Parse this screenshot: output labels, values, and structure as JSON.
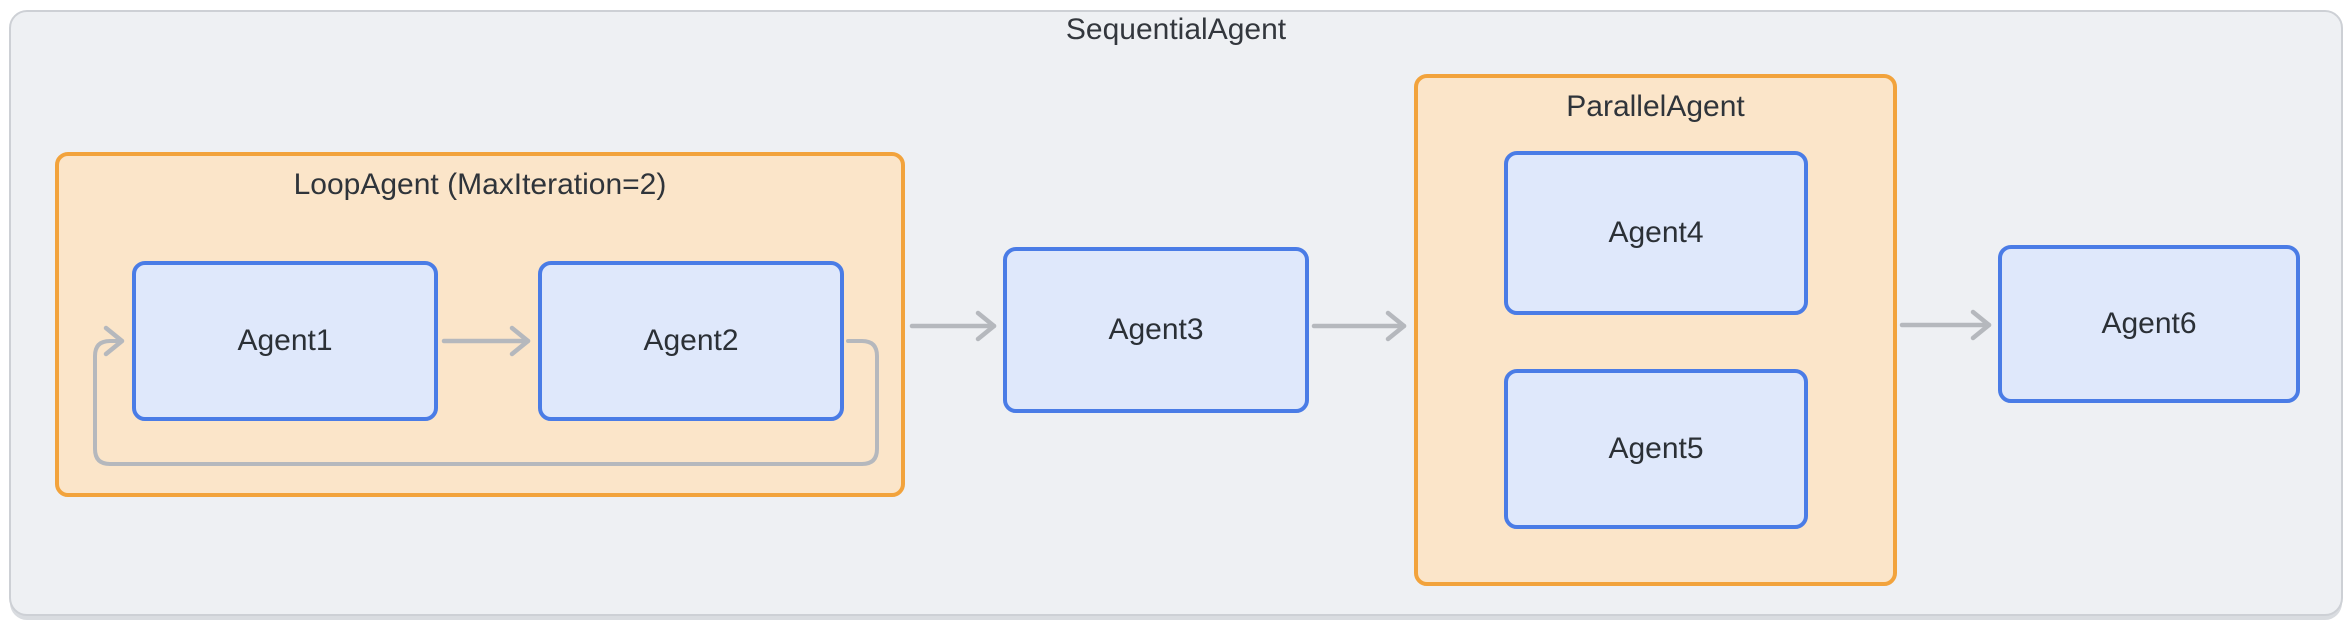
{
  "diagram": {
    "title": "SequentialAgent",
    "loop_agent": {
      "title": "LoopAgent (MaxIteration=2)",
      "max_iteration": 2,
      "children": [
        "Agent1",
        "Agent2"
      ]
    },
    "parallel_agent": {
      "title": "ParallelAgent",
      "children": [
        "Agent4",
        "Agent5"
      ]
    },
    "nodes": {
      "agent1": "Agent1",
      "agent2": "Agent2",
      "agent3": "Agent3",
      "agent4": "Agent4",
      "agent5": "Agent5",
      "agent6": "Agent6"
    },
    "edges": [
      {
        "from": "Agent1",
        "to": "Agent2",
        "style": "straight-arrow"
      },
      {
        "from": "Agent2",
        "to": "Agent1",
        "style": "loop-back-arrow"
      },
      {
        "from": "LoopAgent",
        "to": "Agent3",
        "style": "straight-arrow"
      },
      {
        "from": "Agent3",
        "to": "ParallelAgent",
        "style": "straight-arrow"
      },
      {
        "from": "ParallelAgent",
        "to": "Agent6",
        "style": "straight-arrow"
      }
    ],
    "colors": {
      "page_background": "#ffffff",
      "container_background": "#eef0f3",
      "container_border": "#cdd0d5",
      "group_fill": "#fbe5c9",
      "group_border": "#f2a33c",
      "node_fill": "#dfe8fb",
      "node_border": "#4a7ce6",
      "arrow": "#b5b8bd",
      "text": "#2b3036"
    }
  }
}
